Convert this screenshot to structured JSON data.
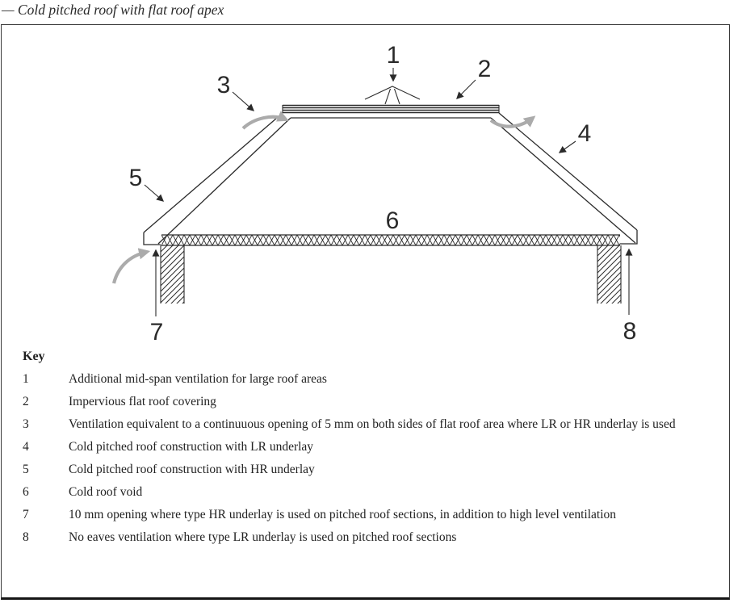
{
  "title": "— Cold pitched roof with flat roof apex",
  "diagram": {
    "labels": {
      "l1": "1",
      "l2": "2",
      "l3": "3",
      "l4": "4",
      "l5": "5",
      "l6": "6",
      "l7": "7",
      "l8": "8"
    },
    "colors": {
      "line": "#2b2b2b",
      "airflow": "#ababab",
      "text": "#222222",
      "frame": "#3a3a3a"
    }
  },
  "key": {
    "heading": "Key",
    "items": [
      {
        "num": "1",
        "text": "Additional mid-span ventilation for large roof areas"
      },
      {
        "num": "2",
        "text": "Impervious flat roof covering"
      },
      {
        "num": "3",
        "text": "Ventilation equivalent to a continuuous opening of 5 mm on both sides of flat roof area where LR or HR underlay is used"
      },
      {
        "num": "4",
        "text": "Cold pitched roof construction with LR underlay"
      },
      {
        "num": "5",
        "text": "Cold pitched roof construction with HR underlay"
      },
      {
        "num": "6",
        "text": "Cold roof void"
      },
      {
        "num": "7",
        "text": "10 mm opening where type HR underlay is used on pitched roof sections, in addition to high level ventilation"
      },
      {
        "num": "8",
        "text": "No eaves ventilation where type LR underlay is used on pitched roof sections"
      }
    ]
  }
}
